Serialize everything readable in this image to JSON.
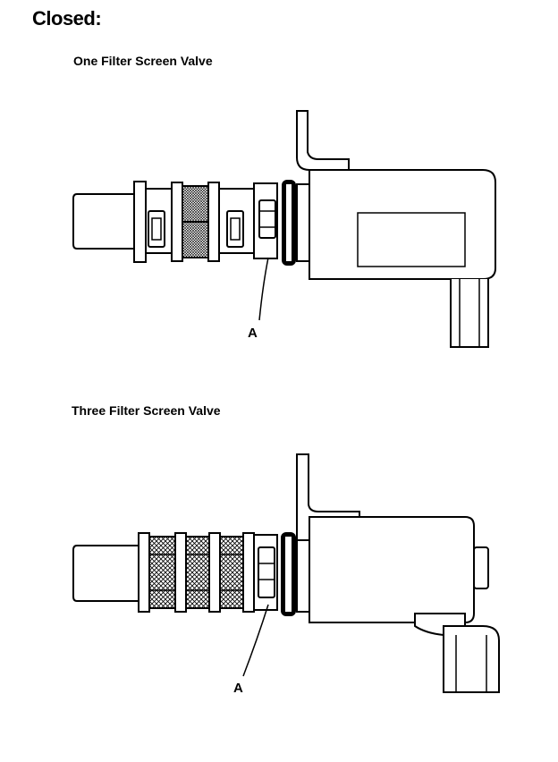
{
  "heading": "Closed:",
  "valves": [
    {
      "title": "One Filter Screen Valve",
      "callout": "A"
    },
    {
      "title": "Three Filter Screen Valve",
      "callout": "A"
    }
  ],
  "colors": {
    "ink": "#000000",
    "paper": "#ffffff"
  }
}
